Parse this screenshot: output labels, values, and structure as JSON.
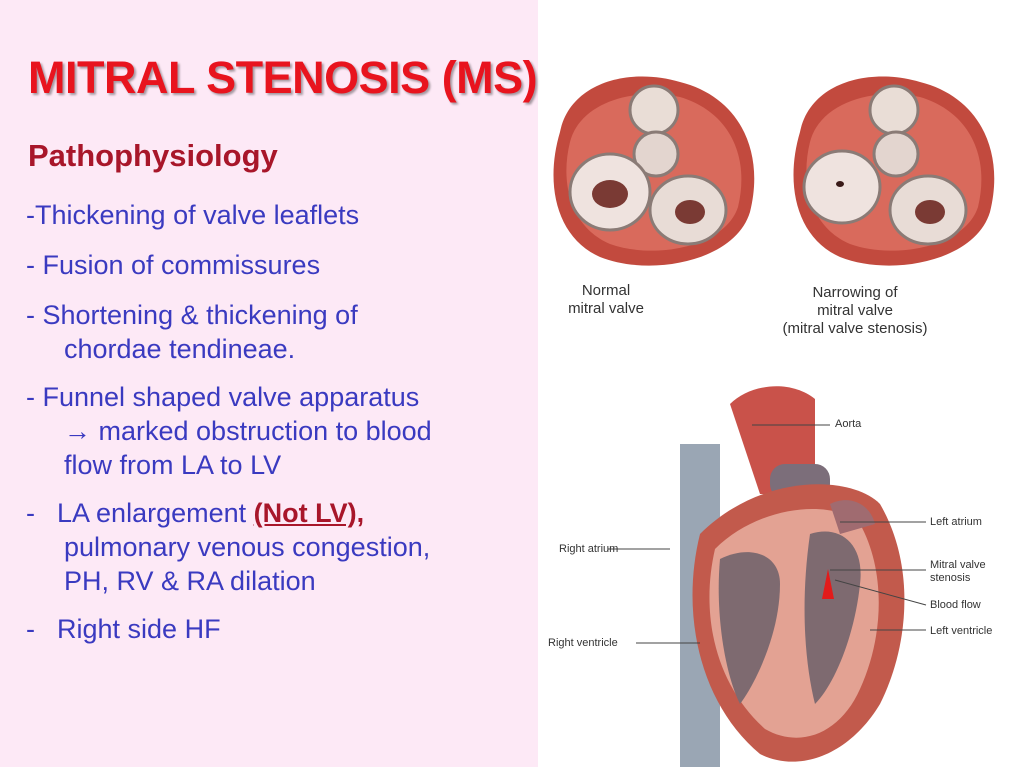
{
  "slide": {
    "title": "MITRAL STENOSIS (MS)",
    "subtitle": "Pathophysiology",
    "bullets": {
      "b1": "-Thickening of valve leaflets",
      "b2": "- Fusion of commissures",
      "b3_line1": "- Shortening & thickening of",
      "b3_line2": "chordae tendineae.",
      "b4_dash": "-  Funnel shaped valve apparatus",
      "b4_line2": "→ marked obstruction to blood",
      "b4_line3": "flow from  LA to LV",
      "b5_dash": "-",
      "b5_text": "LA enlargement ",
      "b5_highlight": "(Not LV),",
      "b5_line2": "pulmonary venous congestion,",
      "b5_line3": "PH, RV & RA dilation",
      "b6_dash": "-",
      "b6_text": "Right side  HF"
    }
  },
  "figure_top": {
    "normal_label_1": "Normal",
    "normal_label_2": "mitral valve",
    "stenosis_label_1": "Narrowing of",
    "stenosis_label_2": "mitral valve",
    "stenosis_label_3": "(mitral valve stenosis)"
  },
  "figure_heart": {
    "aorta": "Aorta",
    "left_atrium": "Left atrium",
    "right_atrium": "Right atrium",
    "mitral_stenosis_1": "Mitral valve",
    "mitral_stenosis_2": "stenosis",
    "blood_flow": "Blood flow",
    "right_ventricle": "Right ventricle",
    "left_ventricle": "Left ventricle"
  },
  "colors": {
    "title": "#e8141e",
    "subtitle": "#a8162a",
    "body_text": "#3a3ac0",
    "background": "#fde9f6"
  }
}
